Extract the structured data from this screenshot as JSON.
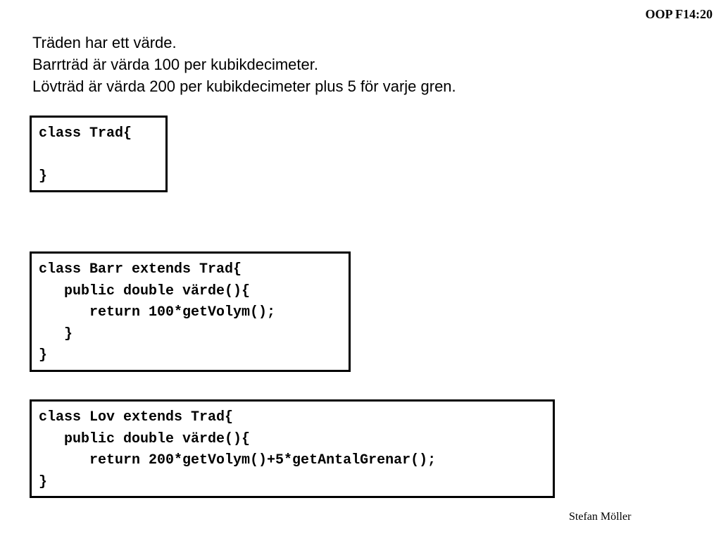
{
  "header": {
    "slide_label": "OOP F14:20"
  },
  "intro": {
    "lines": [
      "Träden har ett värde.",
      "Barrträd är värda 100 per kubikdecimeter.",
      "Lövträd är värda 200 per kubikdecimeter plus 5 för varje gren."
    ]
  },
  "code_blocks": [
    {
      "lines": [
        "class Trad{",
        "",
        "}"
      ]
    },
    {
      "lines": [
        "class Barr extends Trad{",
        "   public double värde(){",
        "      return 100*getVolym();",
        "   }",
        "}"
      ]
    },
    {
      "lines": [
        "class Lov extends Trad{",
        "   public double värde(){",
        "      return 200*getVolym()+5*getAntalGrenar();",
        "}"
      ]
    }
  ],
  "footer": {
    "author": "Stefan Möller"
  }
}
